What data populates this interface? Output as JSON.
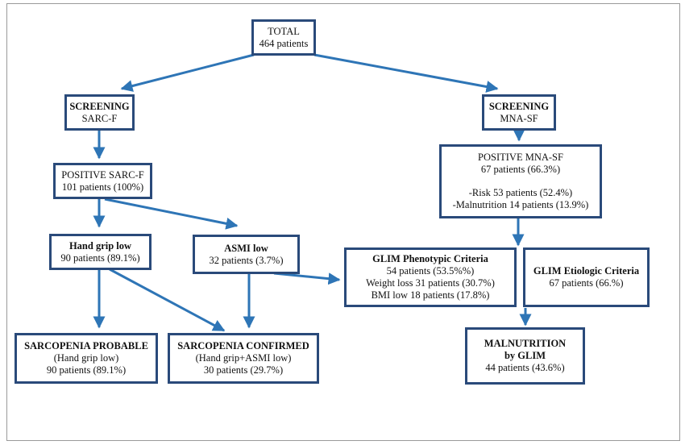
{
  "colors": {
    "box_border": "#2a4a7a",
    "arrow": "#2e75b6"
  },
  "boxes": {
    "total": {
      "l1": "TOTAL",
      "l2": "464 patients"
    },
    "screening_sarcf": {
      "l1": "SCREENING",
      "l2": "SARC-F"
    },
    "screening_mnasf": {
      "l1": "SCREENING",
      "l2": "MNA-SF"
    },
    "positive_sarcf": {
      "l1": "POSITIVE SARC-F",
      "l2": "101 patients (100%)"
    },
    "positive_mnasf": {
      "l1": "POSITIVE MNA-SF",
      "l2": "67 patients (66.3%)",
      "l3": "-Risk 53 patients (52.4%)",
      "l4": "-Malnutrition 14 patients (13.9%)"
    },
    "hand_grip_low": {
      "l1": "Hand grip low",
      "l2": "90 patients (89.1%)"
    },
    "asmi_low": {
      "l1": "ASMI low",
      "l2": "32 patients (3.7%)"
    },
    "glim_pheno": {
      "l1": "GLIM Phenotypic Criteria",
      "l2": "54 patients (53.5%%)",
      "l3": "Weight loss 31 patients (30.7%)",
      "l4": "BMI low 18 patients (17.8%)"
    },
    "glim_etio": {
      "l1": "GLIM Etiologic Criteria",
      "l2": "67 patients (66.%)"
    },
    "sarc_probable": {
      "l1": "SARCOPENIA PROBABLE",
      "l2": "(Hand grip low)",
      "l3": "90 patients (89.1%)"
    },
    "sarc_confirmed": {
      "l1": "SARCOPENIA CONFIRMED",
      "l2": "(Hand grip+ASMI low)",
      "l3": "30 patients (29.7%)"
    },
    "malnutrition": {
      "l1": "MALNUTRITION",
      "l2": "by GLIM",
      "l3": "44 patients (43.6%)"
    }
  }
}
